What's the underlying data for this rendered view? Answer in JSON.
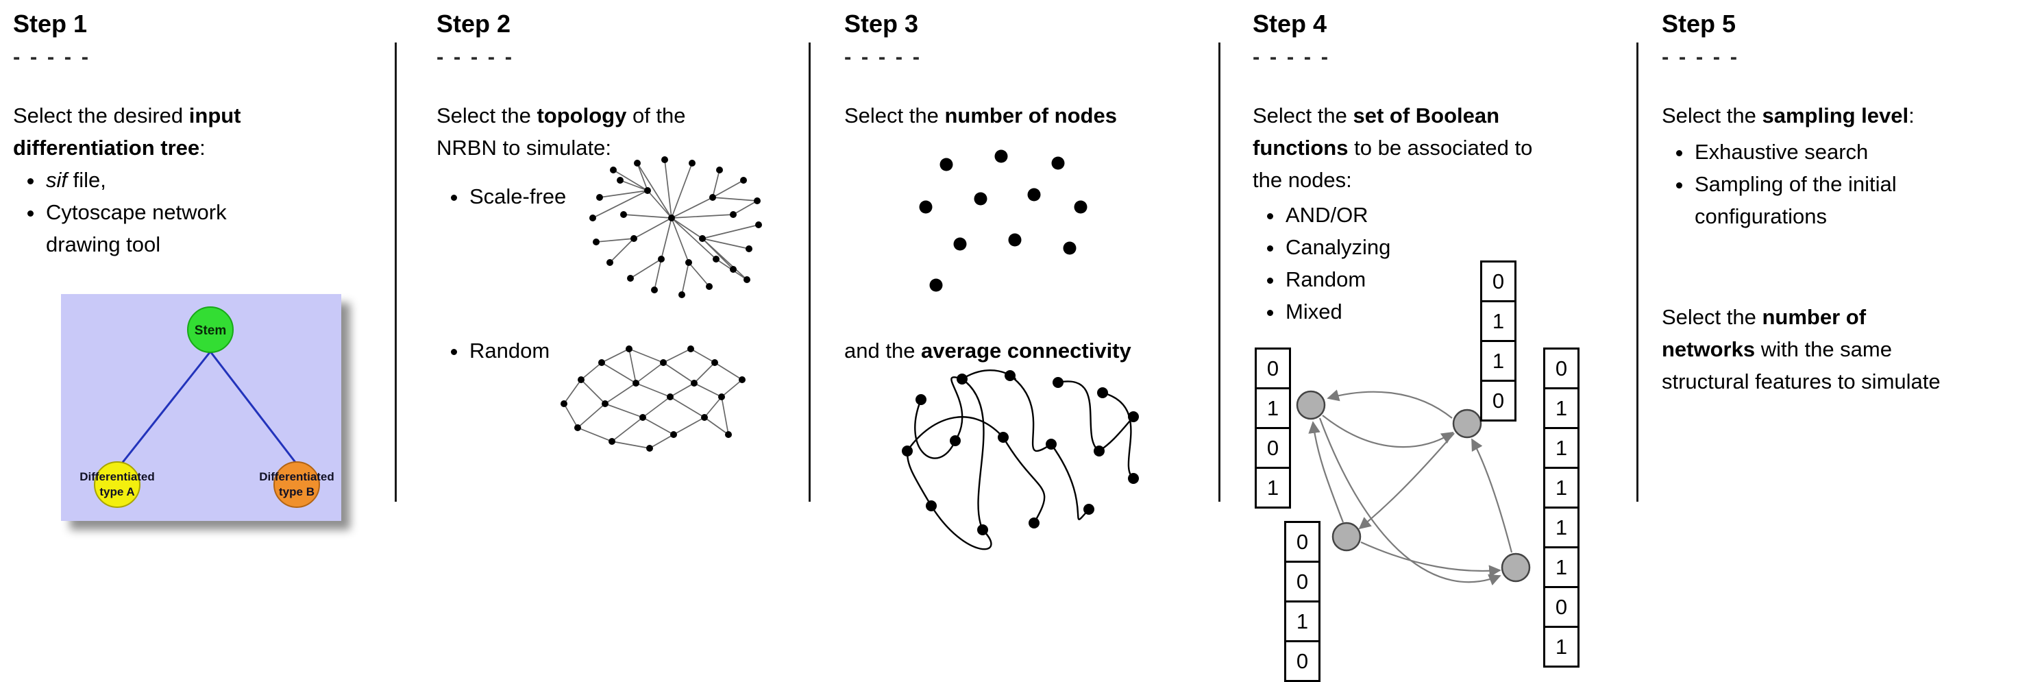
{
  "step1": {
    "title": "Step 1",
    "dashes": "- - - - -",
    "intro": {
      "l1_pre": "Select the desired ",
      "l1_bold": "input",
      "l2_bold": "differentiation tree",
      "l2_post": ":"
    },
    "bullets": {
      "b1_italic": "sif",
      "b1_rest": " file,",
      "b2": "Cytoscape network drawing tool"
    },
    "tree": {
      "bg_color": "#c9c9f8",
      "edge_color": "#2233bb",
      "stem": {
        "label": "Stem",
        "color": "#33dd33",
        "stroke": "#18a818"
      },
      "left": {
        "label_line1": "Differentiated",
        "label_line2": "type A",
        "color": "#f3ef0e",
        "stroke": "#a8a400"
      },
      "right": {
        "label_line1": "Differentiated",
        "label_line2": "type B",
        "color": "#f0902c",
        "stroke": "#b26414"
      }
    }
  },
  "step2": {
    "title": "Step 2",
    "dashes": "- - - - -",
    "intro": {
      "l1_pre": "Select the ",
      "l1_bold": "topology",
      "l1_post": " of the",
      "l2": "NRBN to simulate:"
    },
    "bullet1": "Scale-free",
    "bullet2": "Random"
  },
  "step3": {
    "title": "Step 3",
    "dashes": "- - - - -",
    "line_nodes": {
      "pre": "Select the ",
      "bold": "number of nodes"
    },
    "line_conn": {
      "pre": "and the ",
      "bold": "average connectivity"
    }
  },
  "step4": {
    "title": "Step 4",
    "dashes": "- - - - -",
    "intro": {
      "l1_pre": "Select the ",
      "l1_bold": "set of Boolean",
      "l2_bold": "functions",
      "l2_post": " to be associated to",
      "l3": "the nodes:"
    },
    "bullets": [
      "AND/OR",
      "Canalyzing",
      "Random",
      "Mixed"
    ],
    "tables": {
      "left": [
        "0",
        "1",
        "0",
        "1"
      ],
      "top": [
        "0",
        "1",
        "1",
        "0"
      ],
      "right": [
        "0",
        "1",
        "1",
        "1",
        "1",
        "1",
        "0",
        "1"
      ],
      "bottom_left": [
        "0",
        "0",
        "1",
        "0"
      ]
    },
    "node_color": "#b0b0b0",
    "arrow_color": "#7a7a7a"
  },
  "step5": {
    "title": "Step 5",
    "dashes": "- - - - -",
    "intro": {
      "pre": "Select the ",
      "bold": "sampling level",
      "post": ":"
    },
    "bullet1": "Exhaustive search",
    "bullet2": "Sampling of the initial configurations",
    "para2": {
      "l1_pre": "Select the ",
      "l1_bold": "number of",
      "l2_bold": "networks",
      "l2_post": " with the same",
      "l3": "structural features to simulate"
    }
  }
}
